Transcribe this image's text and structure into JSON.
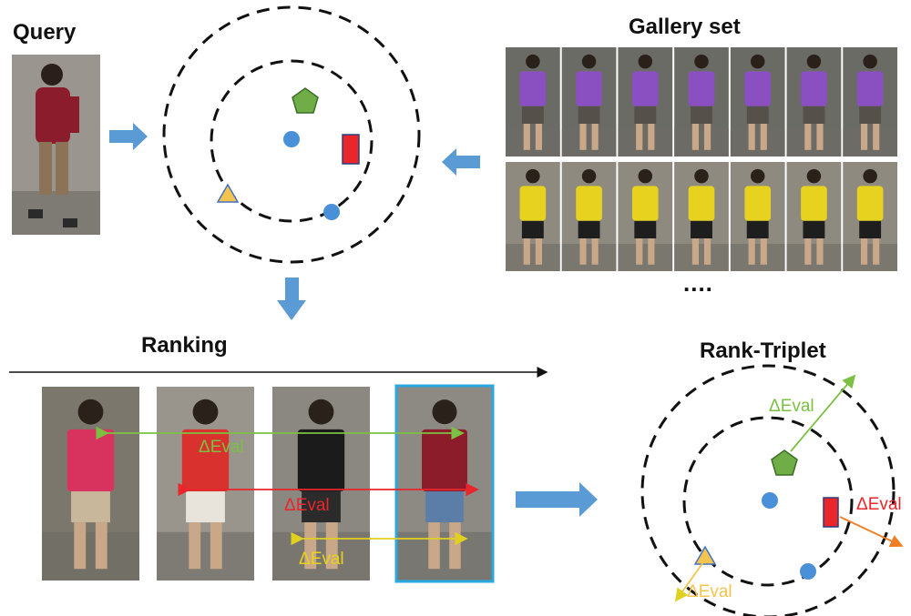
{
  "labels": {
    "query": "Query",
    "gallery": "Gallery set",
    "ranking": "Ranking",
    "rank_triplet": "Rank-Triplet",
    "ellipsis": "....",
    "delta_eval": "ΔEval"
  },
  "colors": {
    "arrow_blue": "#5b9bd5",
    "circle_blue": "#4a90d9",
    "pentagon_green": "#70ad47",
    "rect_red": "#e8262c",
    "triangle_yellow": "#f4c44e",
    "line_green": "#7cc043",
    "line_red": "#e8262c",
    "line_yellow": "#f2e21d",
    "line_orange": "#f07e26",
    "highlight_box": "#29a8e0"
  },
  "gallery_rows": [
    {
      "shirt": "#8a4fc0",
      "bottom": "#55504a",
      "bg": "#6b6b66",
      "count": 7
    },
    {
      "shirt": "#e7d21f",
      "bottom": "#1e1e1e",
      "bg": "#8e8a80",
      "count": 7
    }
  ],
  "ranking_images": [
    {
      "shirt": "#d8335f",
      "bottom": "#c9b79c",
      "bg": "#7c776c"
    },
    {
      "shirt": "#d9322e",
      "bottom": "#e8e4dc",
      "bg": "#9a958c"
    },
    {
      "shirt": "#1b1b1b",
      "bottom": "#2b2b2b",
      "bg": "#8a8880"
    },
    {
      "shirt": "#8c1c2a",
      "bottom": "#5a7ea8",
      "bg": "#8d8a84"
    }
  ]
}
